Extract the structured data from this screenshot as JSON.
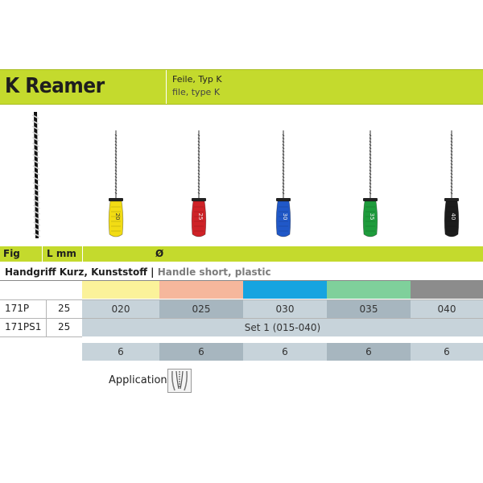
{
  "header": {
    "title": "K Reamer",
    "subtitle_de": "Feile, Typ K",
    "subtitle_en": "file, type K",
    "accent_color": "#c4da2d"
  },
  "figure": {
    "files": [
      {
        "handle_color": "#f2dc14",
        "size_label": "20"
      },
      {
        "handle_color": "#cf2227",
        "size_label": "25"
      },
      {
        "handle_color": "#2058c8",
        "size_label": "30"
      },
      {
        "handle_color": "#1e9c3c",
        "size_label": "35"
      },
      {
        "handle_color": "#1c1c1c",
        "size_label": "40"
      }
    ]
  },
  "columns": {
    "fig": "Fig",
    "length": "L mm",
    "diameter": "Ø"
  },
  "handle": {
    "de": "Handgriff Kurz, Kunststoff |",
    "en": "Handle short, plastic"
  },
  "color_codes": [
    "#fbf29a",
    "#f6b79c",
    "#16a4e0",
    "#7fd09b",
    "#8c8c8c"
  ],
  "rows": [
    {
      "ref": "171P",
      "length": "25",
      "sizes": [
        "020",
        "025",
        "030",
        "035",
        "040"
      ]
    },
    {
      "ref": "171PS1",
      "length": "25",
      "set": "Set 1 (015-040)"
    }
  ],
  "pack_quantities": [
    "6",
    "6",
    "6",
    "6",
    "6"
  ],
  "application": {
    "label": "Application",
    "icon": "tooth-root-canal-icon"
  }
}
